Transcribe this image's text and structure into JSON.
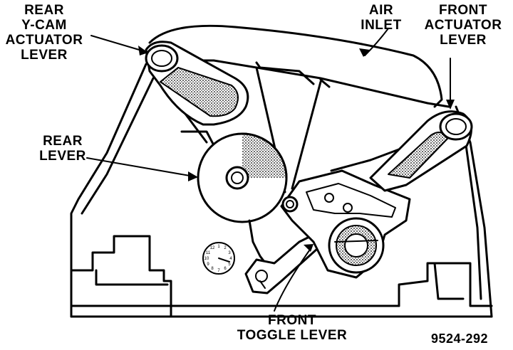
{
  "labels": {
    "rear_ycam_actuator_lever": [
      "REAR",
      "Y-CAM",
      "ACTUATOR",
      "LEVER"
    ],
    "air_inlet": [
      "AIR",
      "INLET"
    ],
    "front_actuator_lever": [
      "FRONT",
      "ACTUATOR",
      "LEVER"
    ],
    "rear_lever": [
      "REAR",
      "LEVER"
    ],
    "front_toggle_lever": [
      "FRONT",
      "TOGGLE LEVER"
    ]
  },
  "figure_number": "9524-292",
  "dial_numbers": [
    "1",
    "2",
    "3",
    "4",
    "5",
    "6",
    "7",
    "8",
    "9",
    "10",
    "11",
    "12"
  ]
}
